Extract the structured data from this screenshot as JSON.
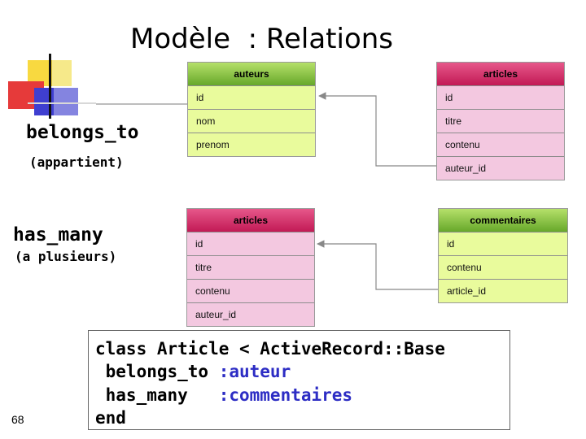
{
  "title": "Modèle  : Relations",
  "colors": {
    "green_header": "#67a82a",
    "green_row": "#e9fb9c",
    "pink_header": "#c21a55",
    "pink_row": "#f3c8e0",
    "symbol": "#2d2dc4"
  },
  "section1": {
    "label": "belongs_to",
    "sublabel": "(appartient)",
    "left_table": {
      "name": "auteurs",
      "color": "green",
      "fields": [
        "id",
        "nom",
        "prenom"
      ]
    },
    "right_table": {
      "name": "articles",
      "color": "pink",
      "fields": [
        "id",
        "titre",
        "contenu",
        "auteur_id"
      ]
    }
  },
  "section2": {
    "label": "has_many",
    "sublabel": "(a plusieurs)",
    "left_table": {
      "name": "articles",
      "color": "pink",
      "fields": [
        "id",
        "titre",
        "contenu",
        "auteur_id"
      ]
    },
    "right_table": {
      "name": "commentaires",
      "color": "green",
      "fields": [
        "id",
        "contenu",
        "article_id"
      ]
    }
  },
  "code": {
    "line1": "class Article < ActiveRecord::Base",
    "line2_kw": " belongs_to ",
    "line2_sym": ":auteur",
    "line3_kw": " has_many   ",
    "line3_sym": ":commentaires",
    "line4": "end"
  },
  "page_number": "68"
}
